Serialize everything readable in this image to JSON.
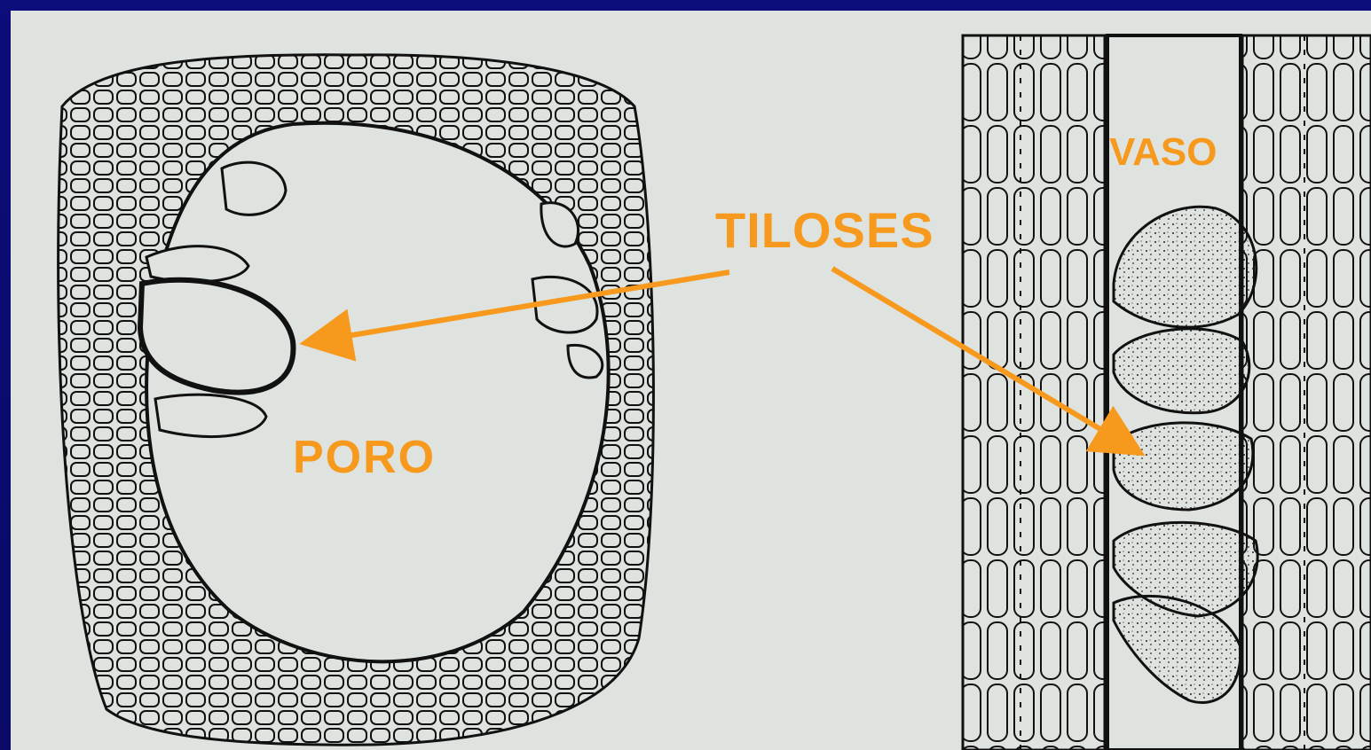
{
  "labels": {
    "tiloses": "TILOSES",
    "poro": "PORO",
    "vaso": "VASO"
  },
  "colors": {
    "background_frame": "#0a0a6e",
    "paper": "#dfe3df",
    "ink": "#111111",
    "label": "#f7991c",
    "arrow": "#f7991c"
  }
}
